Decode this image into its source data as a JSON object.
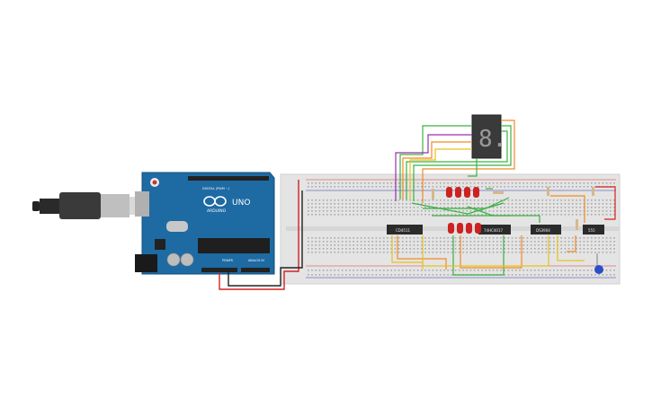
{
  "arduino": {
    "brand": "ARDUINO",
    "model": "UNO",
    "digital_header": "DIGITAL (PWM ~)",
    "power_header": "POWER",
    "analog_header": "ANALOG IN"
  },
  "chips": [
    {
      "id": "u1",
      "label": "CD4511"
    },
    {
      "id": "u2",
      "label": "74HC4017"
    },
    {
      "id": "u3",
      "label": "DS3904"
    },
    {
      "id": "u4",
      "label": "555"
    }
  ],
  "seven_segment": {
    "digit": "8."
  },
  "colors": {
    "board": "#1e6aa3",
    "breadboard": "#e4e4e4",
    "led_red": "#cc2222",
    "wire_green": "#3cb043",
    "wire_orange": "#f08a24",
    "wire_yellow": "#e8c21a",
    "wire_purple": "#9b2fae",
    "wire_red": "#d62222",
    "wire_black": "#222222",
    "capacitor": "#2a4fc8"
  }
}
